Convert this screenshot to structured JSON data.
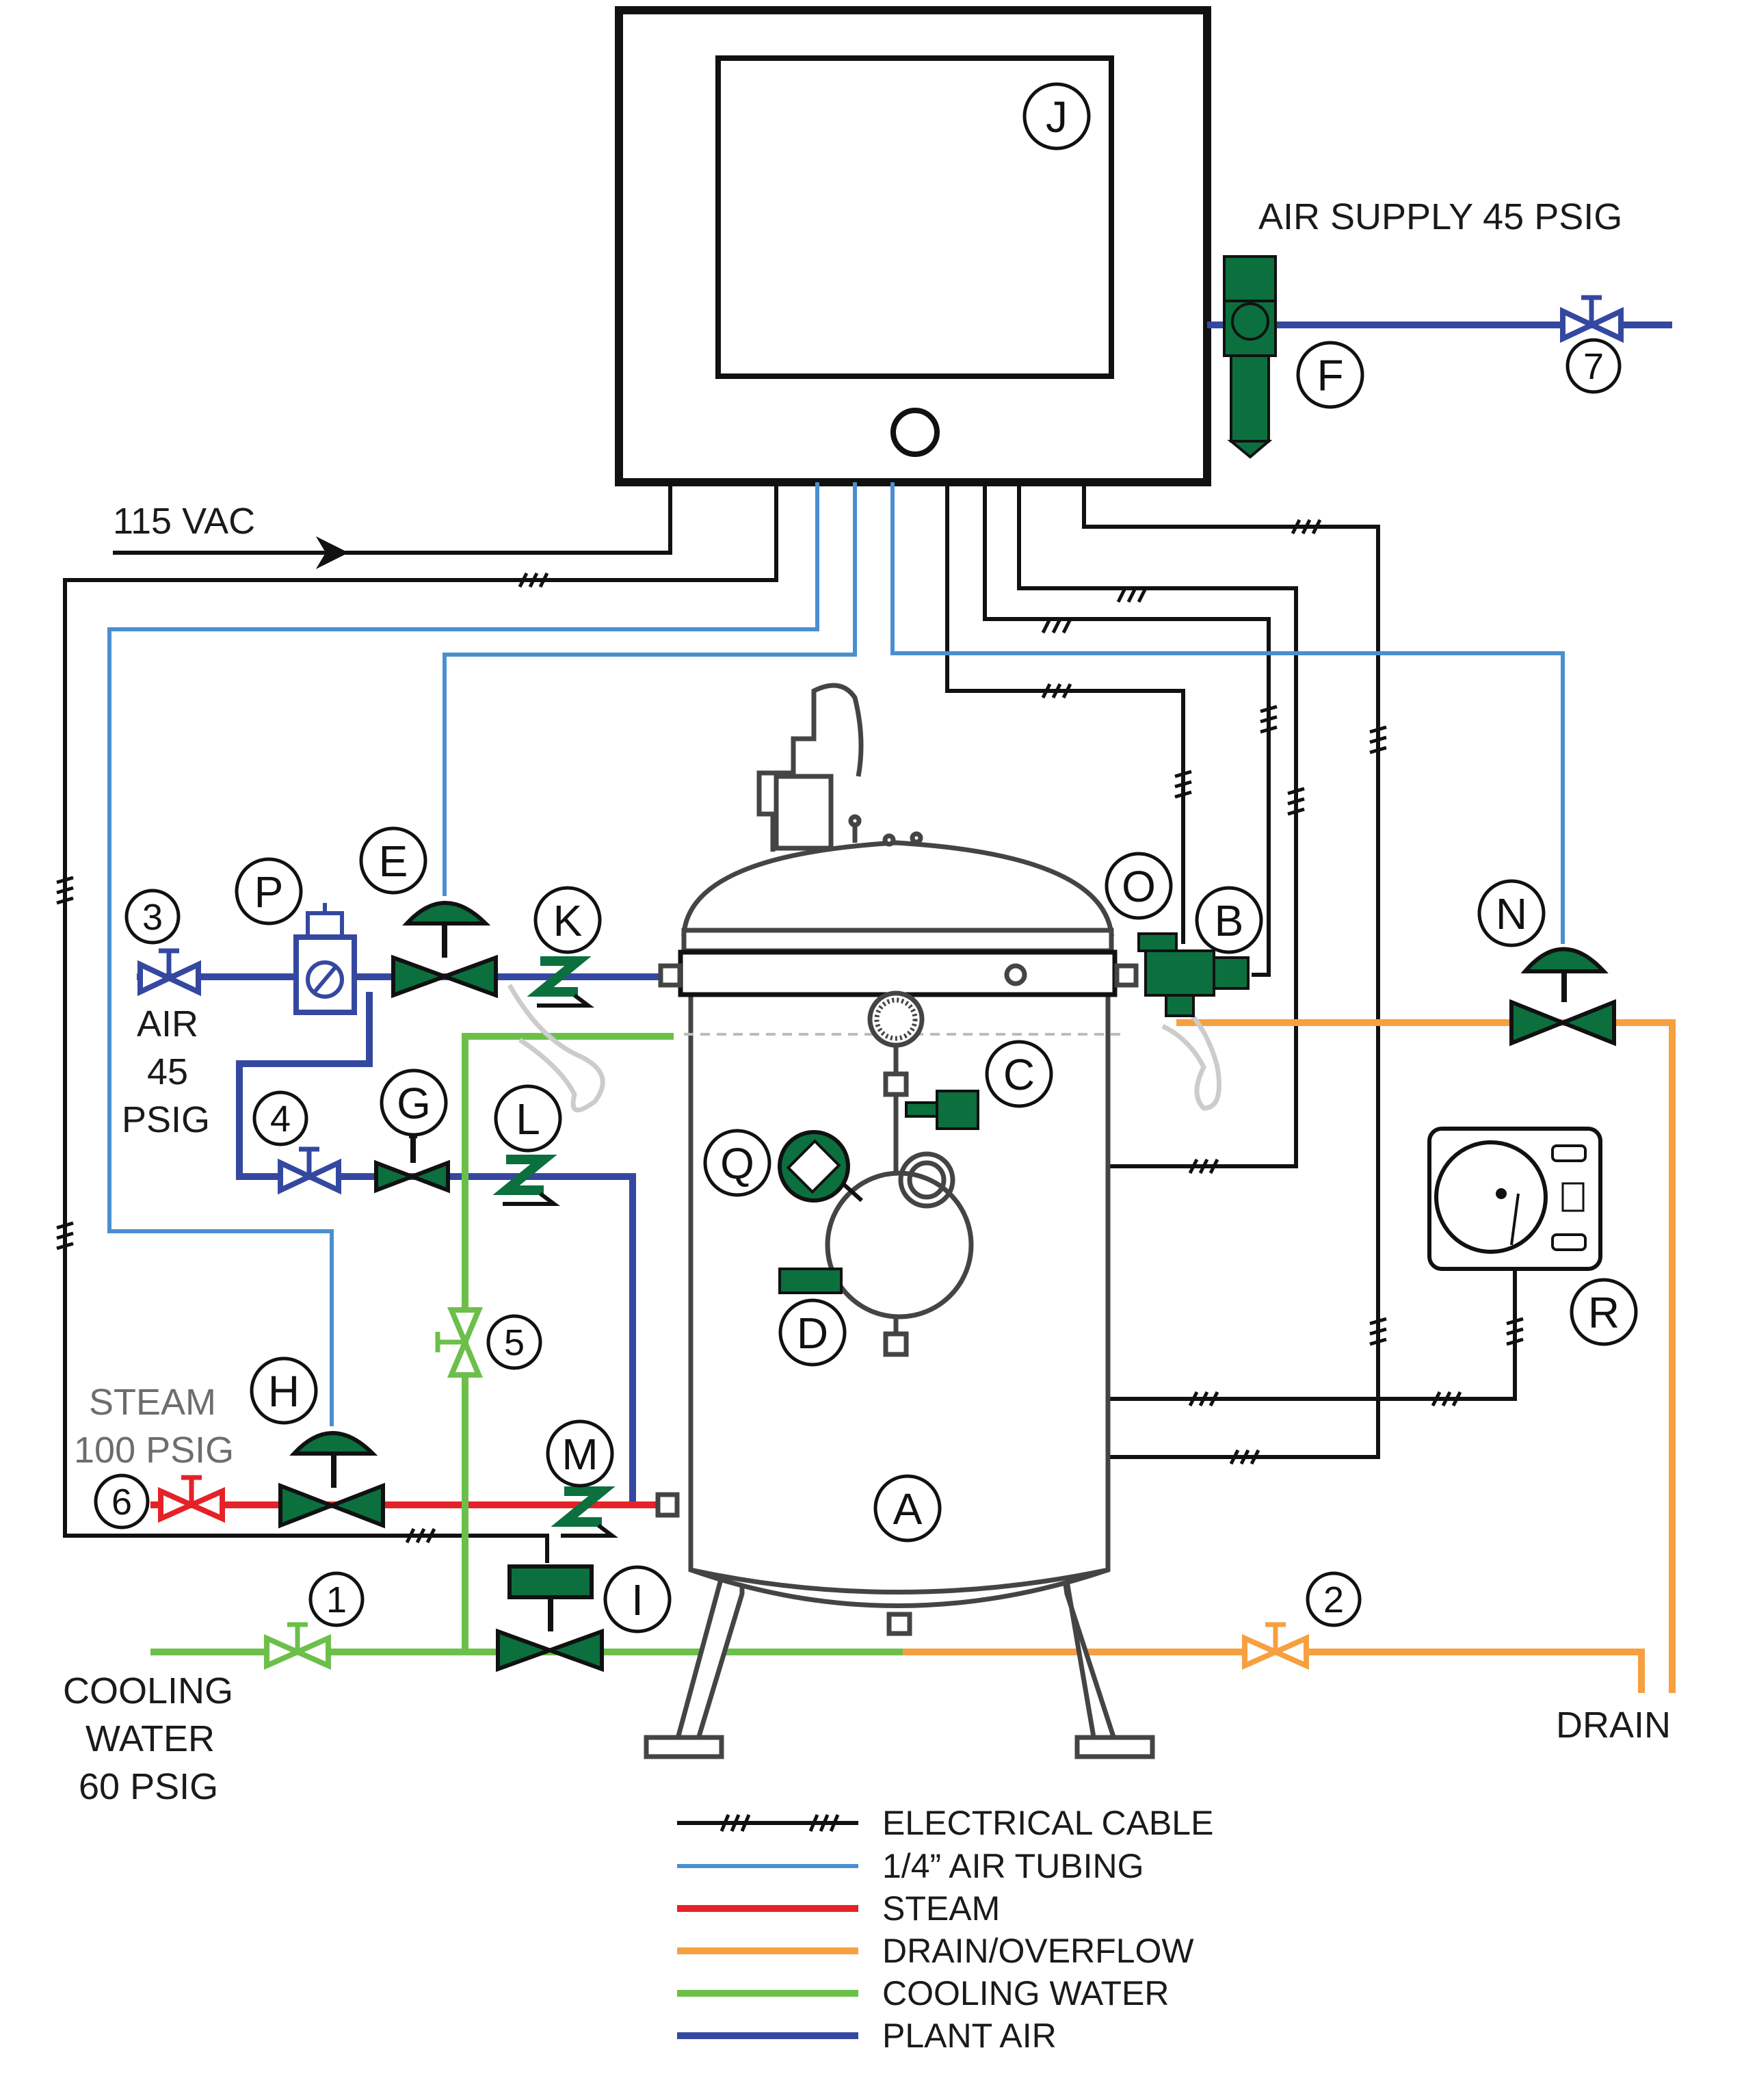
{
  "colors": {
    "electrical": "#111111",
    "air_tubing": "#4a8fd0",
    "steam": "#e52227",
    "drain": "#f6a040",
    "cooling_water": "#6cc04a",
    "plant_air": "#3548a0",
    "component_green": "#0b6f3e",
    "tank_gray": "#9a9a9a"
  },
  "labels": {
    "air_supply": "AIR SUPPLY 45 PSIG",
    "vac": "115 VAC",
    "air": "AIR",
    "air_45": "45",
    "air_psig": "PSIG",
    "steam": "STEAM",
    "steam_psig": "100 PSIG",
    "cooling": "COOLING",
    "water": "WATER",
    "cooling_psig": "60 PSIG",
    "drain": "DRAIN"
  },
  "tags": {
    "A": "A",
    "B": "B",
    "C": "C",
    "D": "D",
    "E": "E",
    "F": "F",
    "G": "G",
    "H": "H",
    "I": "I",
    "J": "J",
    "K": "K",
    "L": "L",
    "M": "M",
    "N": "N",
    "O": "O",
    "P": "P",
    "Q": "Q",
    "R": "R",
    "n1": "1",
    "n2": "2",
    "n3": "3",
    "n4": "4",
    "n5": "5",
    "n6": "6",
    "n7": "7"
  },
  "legend": [
    {
      "key": "electrical",
      "label": "ELECTRICAL CABLE"
    },
    {
      "key": "air_tubing",
      "label": "1/4” AIR TUBING"
    },
    {
      "key": "steam",
      "label": "STEAM"
    },
    {
      "key": "drain",
      "label": "DRAIN/OVERFLOW"
    },
    {
      "key": "cooling_water",
      "label": "COOLING WATER"
    },
    {
      "key": "plant_air",
      "label": "PLANT AIR"
    }
  ]
}
